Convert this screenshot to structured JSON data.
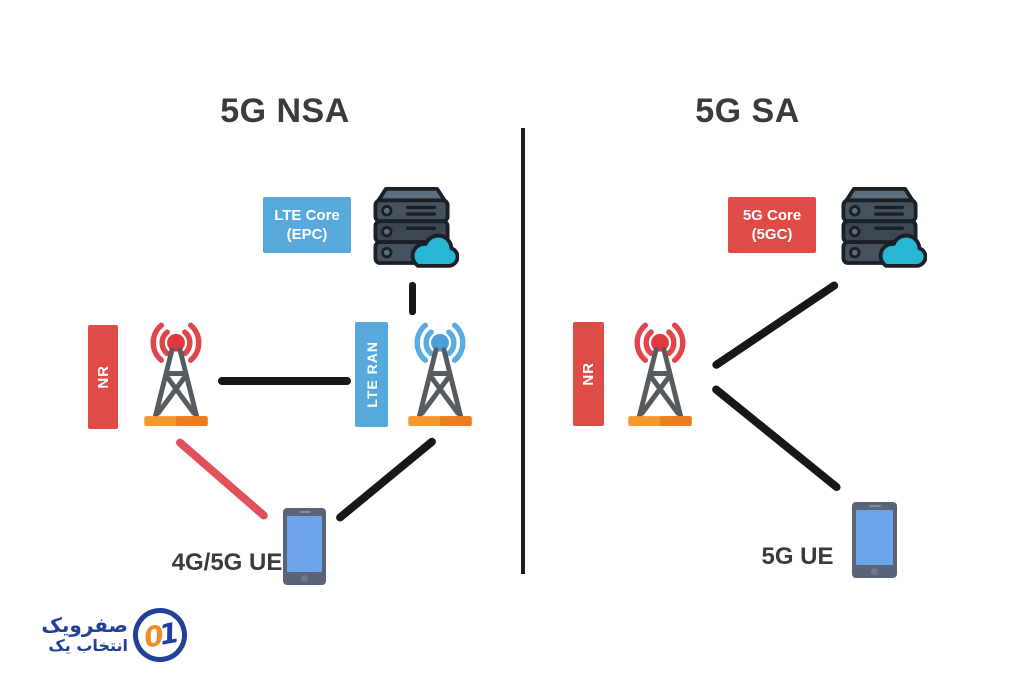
{
  "nsa": {
    "title": "5G NSA",
    "core_label": {
      "line1": "LTE Core",
      "line2": "(EPC)"
    },
    "nr_label": "NR",
    "lte_ran_label": "LTE RAN",
    "ue_label": "4G/5G UE"
  },
  "sa": {
    "title": "5G SA",
    "core_label": {
      "line1": "5G Core",
      "line2": "(5GC)"
    },
    "nr_label": "NR",
    "ue_label": "5G UE"
  },
  "logo": {
    "monogram_zero": "0",
    "monogram_one": "1",
    "brand_fa": "صفرویک",
    "tagline_fa": "انتخاب یک"
  },
  "icons": {
    "nsa_core": "cloud-server-icon",
    "sa_core": "cloud-server-icon",
    "nsa_nr_tower": "radio-tower-icon-red",
    "nsa_lte_tower": "radio-tower-icon-blue",
    "sa_nr_tower": "radio-tower-icon-red",
    "ue_device": "smartphone-icon"
  },
  "colors": {
    "title_text": "#3b3b3b",
    "blue_box": "#56a9da",
    "red_box": "#df4b47",
    "black_line": "#171717",
    "red_line": "#e0515c",
    "tower_gray": "#565b60",
    "tower_red": "#e23940",
    "tower_blue": "#4d9fd6",
    "base_orange": "#f5992e",
    "server_body": "#5d6e7c",
    "cloud_teal": "#28b6d7",
    "phone_body": "#5b6377",
    "phone_screen": "#6ba4e9",
    "logo_blue": "#20409a",
    "logo_orange": "#f08b28"
  }
}
